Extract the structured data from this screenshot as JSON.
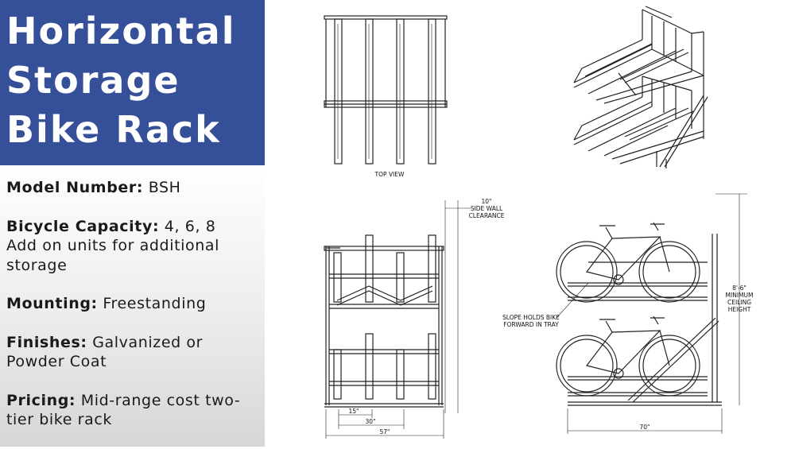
{
  "title": {
    "lines": [
      "Horizontal",
      "Storage",
      "Bike Rack"
    ]
  },
  "specs": [
    {
      "label": "Model Number:",
      "value": "BSH"
    },
    {
      "label": "Bicycle Capacity:",
      "value": "4, 6, 8\nAdd on units for additional storage"
    },
    {
      "label": "Mounting:",
      "value": "Freestanding"
    },
    {
      "label": "Finishes:",
      "value": "Galvanized or Powder Coat"
    },
    {
      "label": "Pricing:",
      "value": "Mid-range cost two-tier bike rack"
    }
  ],
  "drawings": {
    "top_view_label": "TOP VIEW",
    "clearance_label": [
      "10\"",
      "SIDE WALL",
      "CLEARANCE"
    ],
    "dim_15": "15\"",
    "dim_30": "30\"",
    "dim_57": "57\"",
    "slope_note": [
      "SLOPE HOLDS BIKE",
      "FORWARD IN TRAY"
    ],
    "ceiling_label": [
      "8'-6\"",
      "MINIMUM",
      "CEILING",
      "HEIGHT"
    ],
    "dim_70": "70\""
  }
}
